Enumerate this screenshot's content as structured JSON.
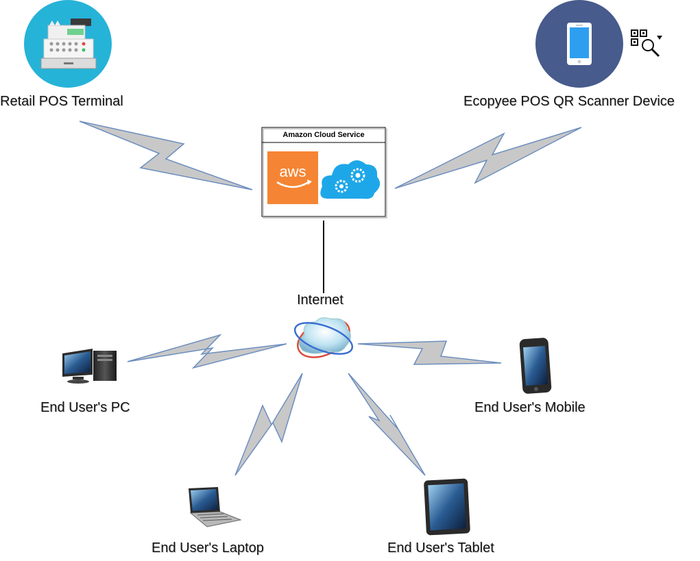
{
  "nodes": {
    "retail_pos": {
      "label": "Retail POS Terminal",
      "icon": "cash-register-icon"
    },
    "qr_scanner": {
      "label": "Ecopyee POS QR Scanner Device",
      "icon": "smartphone-icon",
      "badge_icon": "qr-scan-icon"
    },
    "cloud_service": {
      "title": "Amazon Cloud Service",
      "aws_logo_text": "aws",
      "icons": [
        "aws-logo-icon",
        "cloud-gears-icon"
      ]
    },
    "internet": {
      "label": "Internet",
      "icon": "internet-cloud-icon"
    },
    "pc": {
      "label": "End User's PC",
      "icon": "desktop-pc-icon"
    },
    "mobile": {
      "label": "End User's Mobile",
      "icon": "mobile-phone-icon"
    },
    "laptop": {
      "label": "End User's Laptop",
      "icon": "laptop-icon"
    },
    "tablet": {
      "label": "End User's Tablet",
      "icon": "tablet-icon"
    }
  },
  "connections": [
    {
      "from": "retail_pos",
      "to": "cloud_service",
      "style": "lightning"
    },
    {
      "from": "qr_scanner",
      "to": "cloud_service",
      "style": "lightning"
    },
    {
      "from": "cloud_service",
      "to": "internet",
      "style": "line"
    },
    {
      "from": "internet",
      "to": "pc",
      "style": "lightning"
    },
    {
      "from": "internet",
      "to": "mobile",
      "style": "lightning"
    },
    {
      "from": "internet",
      "to": "laptop",
      "style": "lightning"
    },
    {
      "from": "internet",
      "to": "tablet",
      "style": "lightning"
    }
  ],
  "colors": {
    "pos_circle": "#26b3d8",
    "scanner_circle": "#475b8c",
    "aws_orange": "#f58534",
    "cloud_blue": "#1ea7e8",
    "bolt_fill": "#c8c8c8",
    "bolt_stroke": "#6c8ebf"
  }
}
